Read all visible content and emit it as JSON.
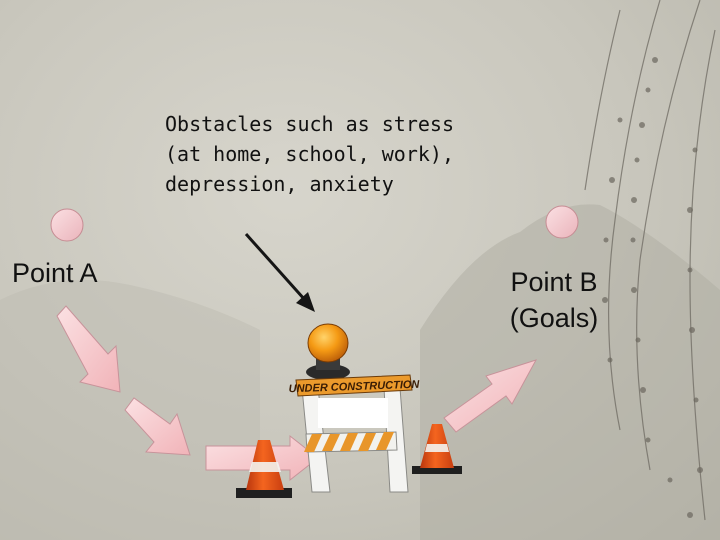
{
  "slide": {
    "obstacles_line1": "Obstacles such as stress",
    "obstacles_line2": "(at home, school, work),",
    "obstacles_line3": "depression, anxiety",
    "point_a": "Point A",
    "point_b_line1": "Point B",
    "point_b_line2": "(Goals)",
    "barricade_sign": "UNDER CONSTRUCTION"
  },
  "colors": {
    "circle_fill": "#f2c9cf",
    "arrow_fill": "#f6c8cc",
    "cone_orange": "#e8501b",
    "light_orange": "#f08a12",
    "sign_orange": "#e8962a"
  }
}
